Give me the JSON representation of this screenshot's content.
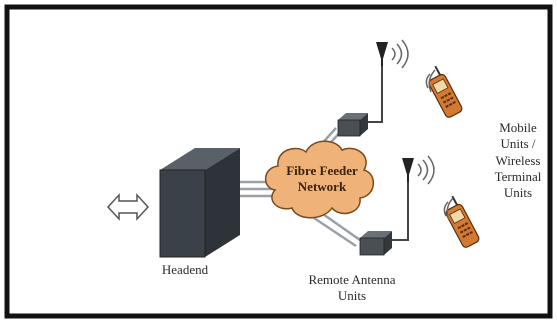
{
  "labels": {
    "headend": "Headend",
    "network_line1": "Fibre Feeder",
    "network_line2": "Network",
    "remote_line1": "Remote Antenna",
    "remote_line2": "Units",
    "mobile_line1": "Mobile",
    "mobile_line2": "Units /",
    "mobile_line3": "Wireless",
    "mobile_line4": "Terminal",
    "mobile_line5": "Units"
  },
  "colors": {
    "frame": "#111111",
    "headend": "#3b4148",
    "cloud": "#efb37a",
    "phone": "#d27a32",
    "unit": "#4a4f55"
  },
  "icons": [
    "bidirectional-arrow-icon",
    "headend-box-icon",
    "cloud-icon",
    "antenna-icon",
    "remote-unit-icon",
    "mobile-phone-icon",
    "signal-waves-icon"
  ]
}
